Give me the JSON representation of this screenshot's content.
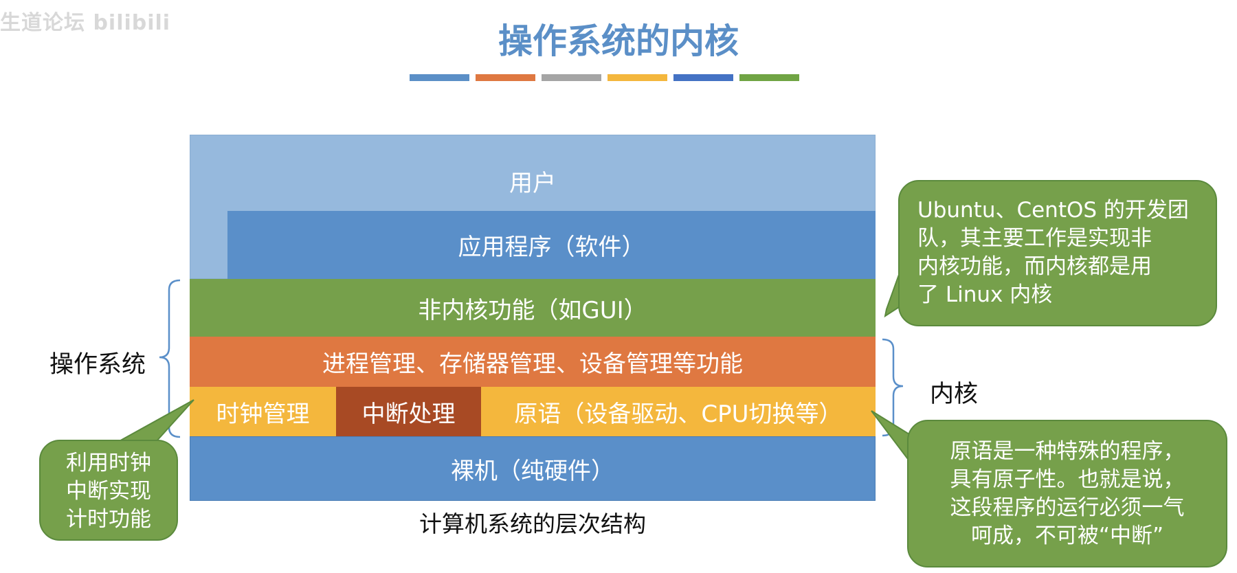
{
  "watermark": "生道论坛 bilibili",
  "title": "操作系统的内核",
  "color_bars": [
    "#5b8fc7",
    "#df7841",
    "#a5a5a5",
    "#f4b73d",
    "#4472c4",
    "#70a444"
  ],
  "layers": {
    "user": "用户",
    "app": "应用程序（软件）",
    "nonkernel": "非内核功能（如GUI）",
    "process": "进程管理、存储器管理、设备管理等功能",
    "clock": "时钟管理",
    "interrupt": "中断处理",
    "primitive": "原语（设备驱动、CPU切换等）",
    "bare": "裸机（纯硬件）"
  },
  "caption": "计算机系统的层次结构",
  "labels": {
    "os": "操作系统",
    "kernel": "内核"
  },
  "callouts": {
    "top": [
      "Ubuntu、CentOS 的开发团",
      "队，其主要工作是实现非",
      "内核功能，而内核都是用",
      "了 Linux 内核"
    ],
    "bottom": [
      "原语是一种特殊的程序，",
      "具有原子性。也就是说，",
      "这段程序的运行必须一气",
      "呵成，不可被“中断”"
    ],
    "left": [
      "利用时钟",
      "中断实现",
      "计时功能"
    ]
  }
}
